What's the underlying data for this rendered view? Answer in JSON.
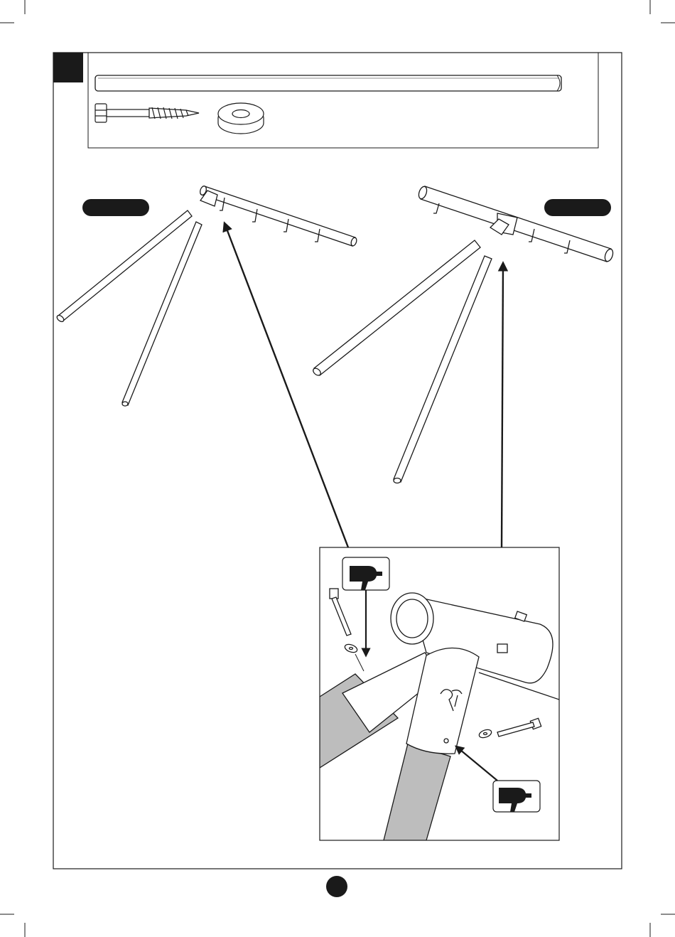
{
  "page": {
    "step_label": "",
    "page_number": ""
  },
  "parts": [
    {
      "id": "crossbar",
      "icon": "crossbar-tube"
    },
    {
      "id": "lag-screw",
      "icon": "lag-screw-icon"
    },
    {
      "id": "washer",
      "icon": "washer-icon"
    }
  ],
  "views": [
    {
      "id": "left-end",
      "label": ""
    },
    {
      "id": "right-end",
      "label": ""
    }
  ],
  "detail": {
    "tools": [
      "drill-icon",
      "drill-icon"
    ]
  },
  "colors": {
    "line": "#1a1a1a",
    "tube_fill": "#bdbdbd",
    "badge": "#1a1a1a"
  }
}
